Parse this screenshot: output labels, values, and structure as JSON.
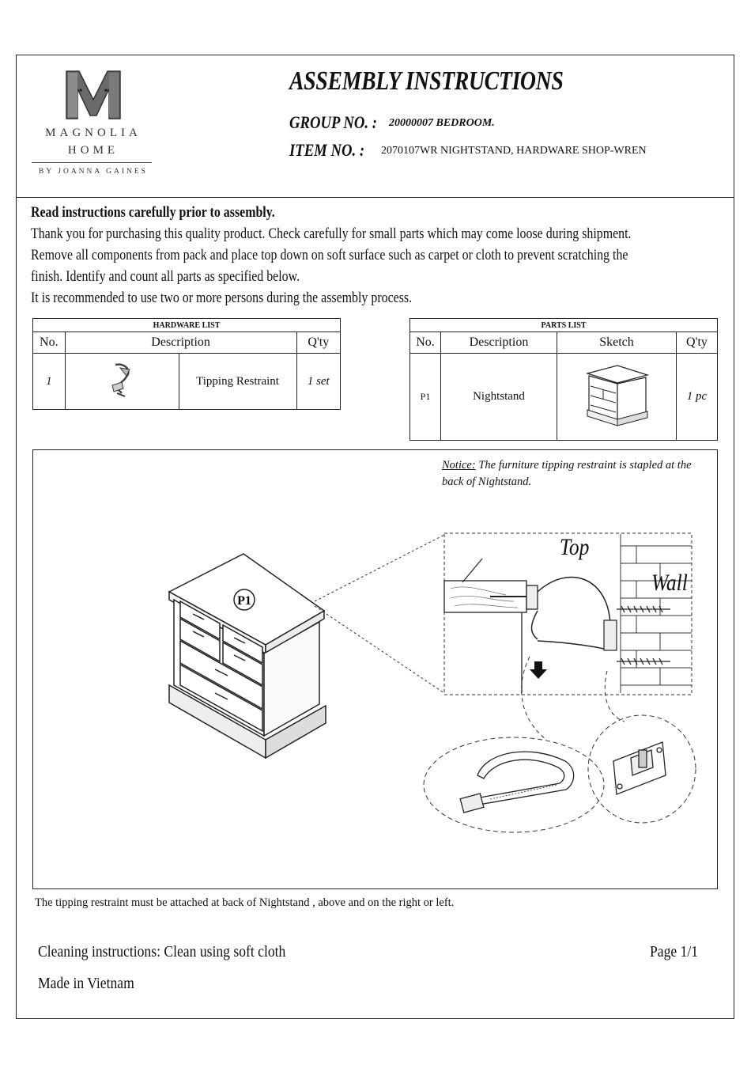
{
  "logo": {
    "mark_letter": "M",
    "brand": "MAGNOLIA",
    "home": "HOME",
    "byline": "BY JOANNA GAINES"
  },
  "header": {
    "title": "ASSEMBLY INSTRUCTIONS",
    "group_label": "GROUP NO. :",
    "group_value": "20000007 BEDROOM.",
    "item_label": "ITEM NO. :",
    "item_value": "2070107WR NIGHTSTAND, HARDWARE SHOP-WREN"
  },
  "intro": {
    "heading": "Read instructions carefully prior to assembly.",
    "line1": "Thank you for purchasing this quality product. Check carefully for small parts which may come loose during shipment.",
    "line2": "Remove all components from pack and place top down on soft surface such as carpet or cloth to prevent scratching the",
    "line3": "finish. Identify and count all parts as specified below.",
    "line4": "It is recommended to use two or more persons during the assembly process."
  },
  "hardware_list": {
    "caption": "HARDWARE LIST",
    "headers": {
      "no": "No.",
      "description": "Description",
      "qty": "Q'ty"
    },
    "rows": [
      {
        "no": "1",
        "icon": "tipping-restraint-icon",
        "description": "Tipping Restraint",
        "qty": "1 set"
      }
    ]
  },
  "parts_list": {
    "caption": "PARTS LIST",
    "headers": {
      "no": "No.",
      "description": "Description",
      "sketch": "Sketch",
      "qty": "Q'ty"
    },
    "rows": [
      {
        "no": "P1",
        "description": "Nightstand",
        "sketch": "nightstand-sketch-icon",
        "qty": "1 pc"
      }
    ]
  },
  "diagram": {
    "notice_label": "Notice:",
    "notice_text": " The furniture tipping restraint is stapled at the back of Nightstand.",
    "part_tag": "P1",
    "top_label": "Top",
    "wall_label": "Wall"
  },
  "footnote": "The tipping restraint must be attached at back of Nightstand , above and on the right or left.",
  "footer": {
    "cleaning": "Cleaning instructions:  Clean using soft cloth",
    "made_in": "Made in Vietnam",
    "page": "Page 1/1"
  }
}
